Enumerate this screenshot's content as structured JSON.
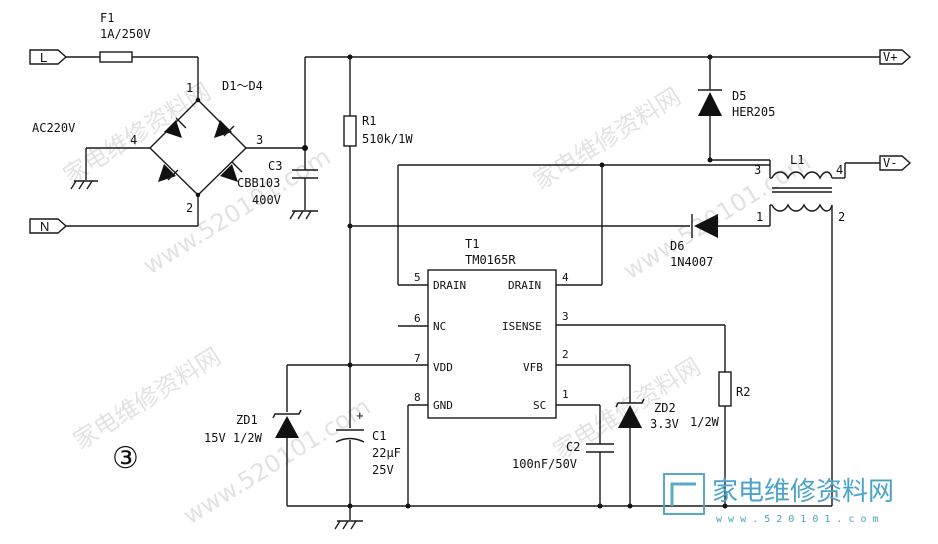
{
  "diagram": {
    "figure_number": "③",
    "terminals": {
      "L": "L",
      "N": "N",
      "v_plus": "V+",
      "v_minus": "V-"
    },
    "fuse": {
      "ref": "F1",
      "value": "1A/250V"
    },
    "ac_input": "AC220V",
    "bridge": {
      "ref": "D1～D4",
      "pin1": "1",
      "pin2": "2",
      "pin3": "3",
      "pin4": "4"
    },
    "c3": {
      "ref": "C3",
      "value": "CBB103",
      "voltage": "400V"
    },
    "r1": {
      "ref": "R1",
      "value": "510k/1W"
    },
    "d5": {
      "ref": "D5",
      "value": "HER205"
    },
    "l1": {
      "ref": "L1",
      "pin1": "1",
      "pin2": "2",
      "pin3": "3",
      "pin4": "4"
    },
    "d6": {
      "ref": "D6",
      "value": "1N4007"
    },
    "t1": {
      "ref": "T1",
      "part": "TM0165R",
      "pins_left": [
        {
          "num": "5",
          "name": "DRAIN"
        },
        {
          "num": "6",
          "name": "NC"
        },
        {
          "num": "7",
          "name": "VDD"
        },
        {
          "num": "8",
          "name": "GND"
        }
      ],
      "pins_right": [
        {
          "num": "4",
          "name": "DRAIN"
        },
        {
          "num": "3",
          "name": "ISENSE"
        },
        {
          "num": "2",
          "name": "VFB"
        },
        {
          "num": "1",
          "name": "SC"
        }
      ]
    },
    "r2": {
      "ref": "R2",
      "value": "1/2W"
    },
    "zd1": {
      "ref": "ZD1",
      "value": "15V 1/2W"
    },
    "c1": {
      "ref": "C1",
      "value": "22μF",
      "voltage": "25V"
    },
    "c2": {
      "ref": "C2",
      "value": "100nF/50V"
    },
    "zd2": {
      "ref": "ZD2",
      "value": "3.3V"
    },
    "plus_sign": "+"
  },
  "watermarks": {
    "site_text": "家电维修资料网",
    "url_text": "www.520101.com",
    "logo_text": "家电维修资料网",
    "logo_url": "w w w . 5 2 0 1 0 1 . c o m"
  }
}
